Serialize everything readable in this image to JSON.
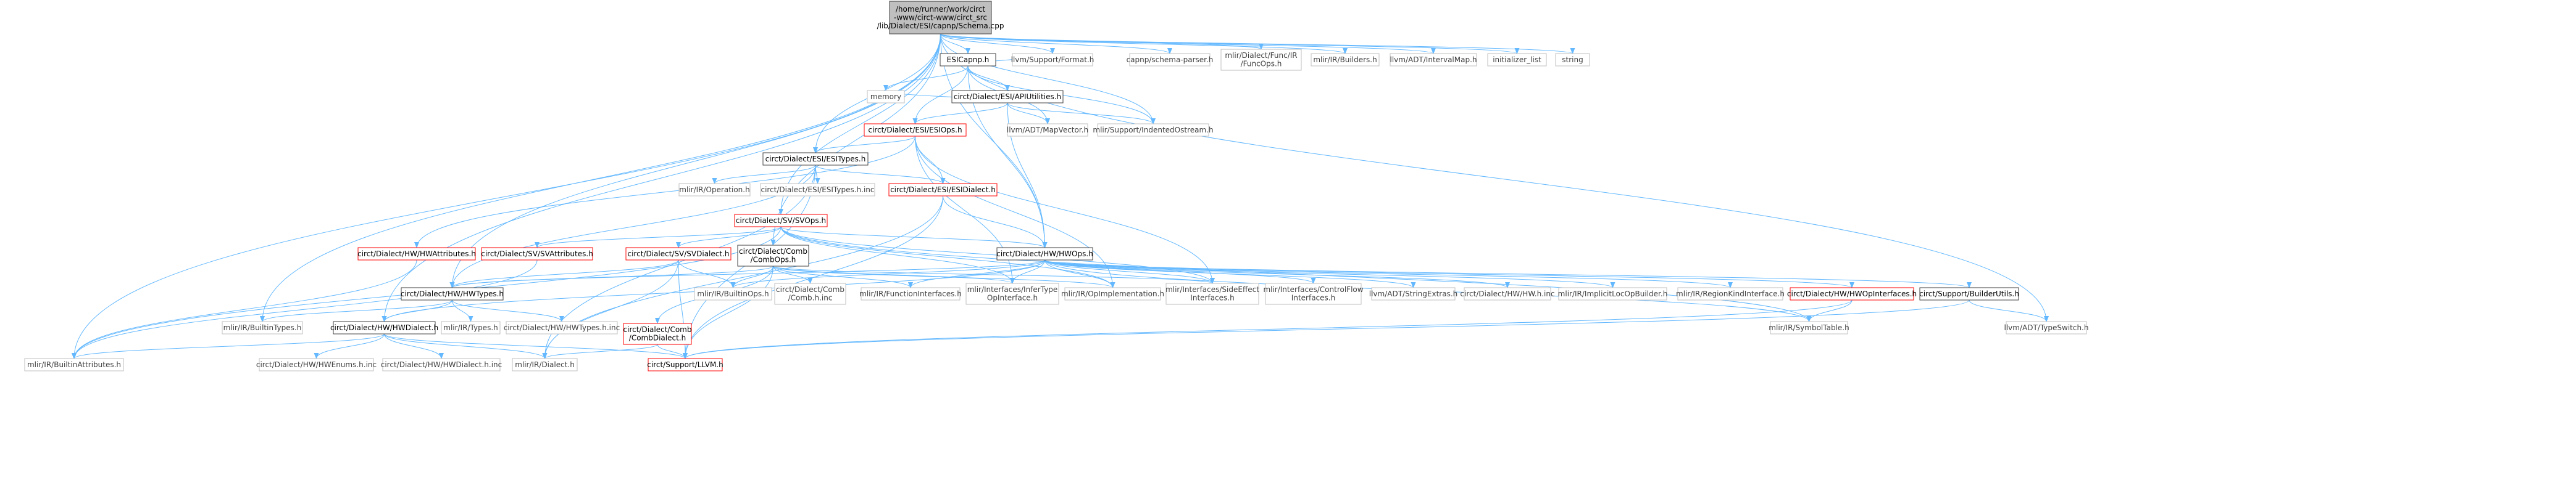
{
  "colors": {
    "edge": "#63b8ff",
    "root_fill": "#bfbfbf",
    "node_fill": "#ffffff",
    "node_border": "#404040",
    "red_border": "#ff0000",
    "gray_border": "#bfbfbf",
    "gray_text": "#404040"
  },
  "nodes": [
    {
      "id": "root",
      "lines": [
        "/home/runner/work/circt",
        "-www/circt-www/circt_src",
        "/lib/Dialect/ESI/capnp/Schema.cpp"
      ],
      "style": "root"
    },
    {
      "id": "esicapnp",
      "lines": [
        "ESICapnp.h"
      ],
      "style": "normal"
    },
    {
      "id": "capnp_schema",
      "lines": [
        "capnp/schema-parser.h"
      ],
      "style": "gray"
    },
    {
      "id": "func_ops",
      "lines": [
        "mlir/Dialect/Func/IR",
        "/FuncOps.h"
      ],
      "style": "gray"
    },
    {
      "id": "builders",
      "lines": [
        "mlir/IR/Builders.h"
      ],
      "style": "gray"
    },
    {
      "id": "intervalmap",
      "lines": [
        "llvm/ADT/IntervalMap.h"
      ],
      "style": "gray"
    },
    {
      "id": "initializer_list",
      "lines": [
        "initializer_list"
      ],
      "style": "gray"
    },
    {
      "id": "string",
      "lines": [
        "string"
      ],
      "style": "gray"
    },
    {
      "id": "apiutil",
      "lines": [
        "circt/Dialect/ESI/APIUtilities.h"
      ],
      "style": "normal"
    },
    {
      "id": "format",
      "lines": [
        "llvm/Support/Format.h"
      ],
      "style": "gray"
    },
    {
      "id": "esiops",
      "lines": [
        "circt/Dialect/ESI/ESIOps.h"
      ],
      "style": "red"
    },
    {
      "id": "memory",
      "lines": [
        "memory"
      ],
      "style": "gray"
    },
    {
      "id": "mapvector",
      "lines": [
        "llvm/ADT/MapVector.h"
      ],
      "style": "gray"
    },
    {
      "id": "indented",
      "lines": [
        "mlir/Support/IndentedOstream.h"
      ],
      "style": "gray"
    },
    {
      "id": "esitypes",
      "lines": [
        "circt/Dialect/ESI/ESITypes.h"
      ],
      "style": "normal"
    },
    {
      "id": "operation",
      "lines": [
        "mlir/IR/Operation.h"
      ],
      "style": "gray"
    },
    {
      "id": "esitypes_inc",
      "lines": [
        "circt/Dialect/ESI/ESITypes.h.inc"
      ],
      "style": "gray"
    },
    {
      "id": "esidialect",
      "lines": [
        "circt/Dialect/ESI/ESIDialect.h"
      ],
      "style": "red"
    },
    {
      "id": "svops",
      "lines": [
        "circt/Dialect/SV/SVOps.h"
      ],
      "style": "red"
    },
    {
      "id": "hwattrs",
      "lines": [
        "circt/Dialect/HW/HWAttributes.h"
      ],
      "style": "red"
    },
    {
      "id": "svattrs",
      "lines": [
        "circt/Dialect/SV/SVAttributes.h"
      ],
      "style": "red"
    },
    {
      "id": "svdialect",
      "lines": [
        "circt/Dialect/SV/SVDialect.h"
      ],
      "style": "red"
    },
    {
      "id": "combops",
      "lines": [
        "circt/Dialect/Comb",
        "/CombOps.h"
      ],
      "style": "normal"
    },
    {
      "id": "hwops",
      "lines": [
        "circt/Dialect/HW/HWOps.h"
      ],
      "style": "normal"
    },
    {
      "id": "hwtypes",
      "lines": [
        "circt/Dialect/HW/HWTypes.h"
      ],
      "style": "normal"
    },
    {
      "id": "builtinops",
      "lines": [
        "mlir/IR/BuiltinOps.h"
      ],
      "style": "gray"
    },
    {
      "id": "comb_inc",
      "lines": [
        "circt/Dialect/Comb",
        "/Comb.h.inc"
      ],
      "style": "gray"
    },
    {
      "id": "funciface",
      "lines": [
        "mlir/IR/FunctionInterfaces.h"
      ],
      "style": "gray"
    },
    {
      "id": "infertype",
      "lines": [
        "mlir/Interfaces/InferType",
        "OpInterface.h"
      ],
      "style": "gray"
    },
    {
      "id": "opimpl",
      "lines": [
        "mlir/IR/OpImplementation.h"
      ],
      "style": "gray"
    },
    {
      "id": "sideeffect",
      "lines": [
        "mlir/Interfaces/SideEffect",
        "Interfaces.h"
      ],
      "style": "gray"
    },
    {
      "id": "controlflow",
      "lines": [
        "mlir/Interfaces/ControlFlow",
        "Interfaces.h"
      ],
      "style": "gray"
    },
    {
      "id": "stringextras",
      "lines": [
        "llvm/ADT/StringExtras.h"
      ],
      "style": "gray"
    },
    {
      "id": "hw_inc",
      "lines": [
        "circt/Dialect/HW/HW.h.inc"
      ],
      "style": "gray"
    },
    {
      "id": "implicitloc",
      "lines": [
        "mlir/IR/ImplicitLocOpBuilder.h"
      ],
      "style": "gray"
    },
    {
      "id": "regionkind",
      "lines": [
        "mlir/IR/RegionKindInterface.h"
      ],
      "style": "gray"
    },
    {
      "id": "hwopiface",
      "lines": [
        "circt/Dialect/HW/HWOpInterfaces.h"
      ],
      "style": "red"
    },
    {
      "id": "builderutils",
      "lines": [
        "circt/Support/BuilderUtils.h"
      ],
      "style": "normal"
    },
    {
      "id": "builtintypes",
      "lines": [
        "mlir/IR/BuiltinTypes.h"
      ],
      "style": "gray"
    },
    {
      "id": "hwdialect",
      "lines": [
        "circt/Dialect/HW/HWDialect.h"
      ],
      "style": "normal"
    },
    {
      "id": "irtypes",
      "lines": [
        "mlir/IR/Types.h"
      ],
      "style": "gray"
    },
    {
      "id": "hwtypes_inc",
      "lines": [
        "circt/Dialect/HW/HWTypes.h.inc"
      ],
      "style": "gray"
    },
    {
      "id": "combdialect",
      "lines": [
        "circt/Dialect/Comb",
        "/CombDialect.h"
      ],
      "style": "red"
    },
    {
      "id": "symboltable",
      "lines": [
        "mlir/IR/SymbolTable.h"
      ],
      "style": "gray"
    },
    {
      "id": "typeswitch",
      "lines": [
        "llvm/ADT/TypeSwitch.h"
      ],
      "style": "gray"
    },
    {
      "id": "builtinattrs",
      "lines": [
        "mlir/IR/BuiltinAttributes.h"
      ],
      "style": "gray"
    },
    {
      "id": "hwenums_inc",
      "lines": [
        "circt/Dialect/HW/HWEnums.h.inc"
      ],
      "style": "gray"
    },
    {
      "id": "hwdialect_inc",
      "lines": [
        "circt/Dialect/HW/HWDialect.h.inc"
      ],
      "style": "gray"
    },
    {
      "id": "irdialect",
      "lines": [
        "mlir/IR/Dialect.h"
      ],
      "style": "gray"
    },
    {
      "id": "llvm",
      "lines": [
        "circt/Support/LLVM.h"
      ],
      "style": "red"
    }
  ],
  "edges": [
    [
      "root",
      "esicapnp"
    ],
    [
      "root",
      "capnp_schema"
    ],
    [
      "root",
      "func_ops"
    ],
    [
      "root",
      "builders"
    ],
    [
      "root",
      "intervalmap"
    ],
    [
      "root",
      "initializer_list"
    ],
    [
      "root",
      "string"
    ],
    [
      "root",
      "format"
    ],
    [
      "root",
      "indented"
    ],
    [
      "root",
      "esitypes"
    ],
    [
      "root",
      "svops"
    ],
    [
      "root",
      "combops"
    ],
    [
      "root",
      "hwops"
    ],
    [
      "root",
      "hwtypes"
    ],
    [
      "root",
      "hwdialect"
    ],
    [
      "root",
      "builtintypes"
    ],
    [
      "root",
      "builtinattrs"
    ],
    [
      "root",
      "typeswitch"
    ],
    [
      "esicapnp",
      "apiutil"
    ],
    [
      "esicapnp",
      "esiops"
    ],
    [
      "esicapnp",
      "format"
    ],
    [
      "esicapnp",
      "memory"
    ],
    [
      "esicapnp",
      "mapvector"
    ],
    [
      "esicapnp",
      "indented"
    ],
    [
      "esicapnp",
      "hwops"
    ],
    [
      "apiutil",
      "esiops"
    ],
    [
      "apiutil",
      "memory"
    ],
    [
      "apiutil",
      "mapvector"
    ],
    [
      "apiutil",
      "indented"
    ],
    [
      "apiutil",
      "hwops"
    ],
    [
      "esiops",
      "esitypes"
    ],
    [
      "esiops",
      "esidialect"
    ],
    [
      "esiops",
      "infertype"
    ],
    [
      "esiops",
      "opimpl"
    ],
    [
      "esiops",
      "sideeffect"
    ],
    [
      "esiops",
      "hwattrs"
    ],
    [
      "esitypes",
      "operation"
    ],
    [
      "esitypes",
      "esitypes_inc"
    ],
    [
      "esitypes",
      "esidialect"
    ],
    [
      "esitypes",
      "hwtypes"
    ],
    [
      "esitypes",
      "llvm"
    ],
    [
      "esitypes",
      "irdialect"
    ],
    [
      "esidialect",
      "hwops"
    ],
    [
      "esidialect",
      "llvm"
    ],
    [
      "esidialect",
      "irdialect"
    ],
    [
      "svops",
      "hwops"
    ],
    [
      "svops",
      "svattrs"
    ],
    [
      "svops",
      "svdialect"
    ],
    [
      "svops",
      "infertype"
    ],
    [
      "svops",
      "opimpl"
    ],
    [
      "svops",
      "sideeffect"
    ],
    [
      "svops",
      "symboltable"
    ],
    [
      "svops",
      "builtinattrs"
    ],
    [
      "hwattrs",
      "builtinattrs"
    ],
    [
      "svattrs",
      "builtinattrs"
    ],
    [
      "svdialect",
      "builtinops"
    ],
    [
      "svdialect",
      "hwtypes"
    ],
    [
      "svdialect",
      "irdialect"
    ],
    [
      "svdialect",
      "llvm"
    ],
    [
      "combops",
      "comb_inc"
    ],
    [
      "combops",
      "combdialect"
    ],
    [
      "combops",
      "funciface"
    ],
    [
      "combops",
      "infertype"
    ],
    [
      "combops",
      "opimpl"
    ],
    [
      "combops",
      "sideeffect"
    ],
    [
      "combops",
      "builtinops"
    ],
    [
      "combops",
      "hwtypes"
    ],
    [
      "combops",
      "llvm"
    ],
    [
      "hwops",
      "builtinops"
    ],
    [
      "hwops",
      "funciface"
    ],
    [
      "hwops",
      "infertype"
    ],
    [
      "hwops",
      "opimpl"
    ],
    [
      "hwops",
      "sideeffect"
    ],
    [
      "hwops",
      "controlflow"
    ],
    [
      "hwops",
      "stringextras"
    ],
    [
      "hwops",
      "hw_inc"
    ],
    [
      "hwops",
      "implicitloc"
    ],
    [
      "hwops",
      "regionkind"
    ],
    [
      "hwops",
      "hwopiface"
    ],
    [
      "hwops",
      "builderutils"
    ],
    [
      "hwops",
      "symboltable"
    ],
    [
      "hwops",
      "hwtypes"
    ],
    [
      "hwops",
      "hwdialect"
    ],
    [
      "hwtypes",
      "builtintypes"
    ],
    [
      "hwtypes",
      "hwdialect"
    ],
    [
      "hwtypes",
      "irtypes"
    ],
    [
      "hwtypes",
      "hwtypes_inc"
    ],
    [
      "hwdialect",
      "builtinattrs"
    ],
    [
      "hwdialect",
      "hwenums_inc"
    ],
    [
      "hwdialect",
      "hwdialect_inc"
    ],
    [
      "hwdialect",
      "irdialect"
    ],
    [
      "hwdialect",
      "llvm"
    ],
    [
      "combdialect",
      "irdialect"
    ],
    [
      "combdialect",
      "llvm"
    ],
    [
      "hwopiface",
      "symboltable"
    ],
    [
      "hwopiface",
      "llvm"
    ],
    [
      "builderutils",
      "typeswitch"
    ],
    [
      "builderutils",
      "llvm"
    ]
  ]
}
